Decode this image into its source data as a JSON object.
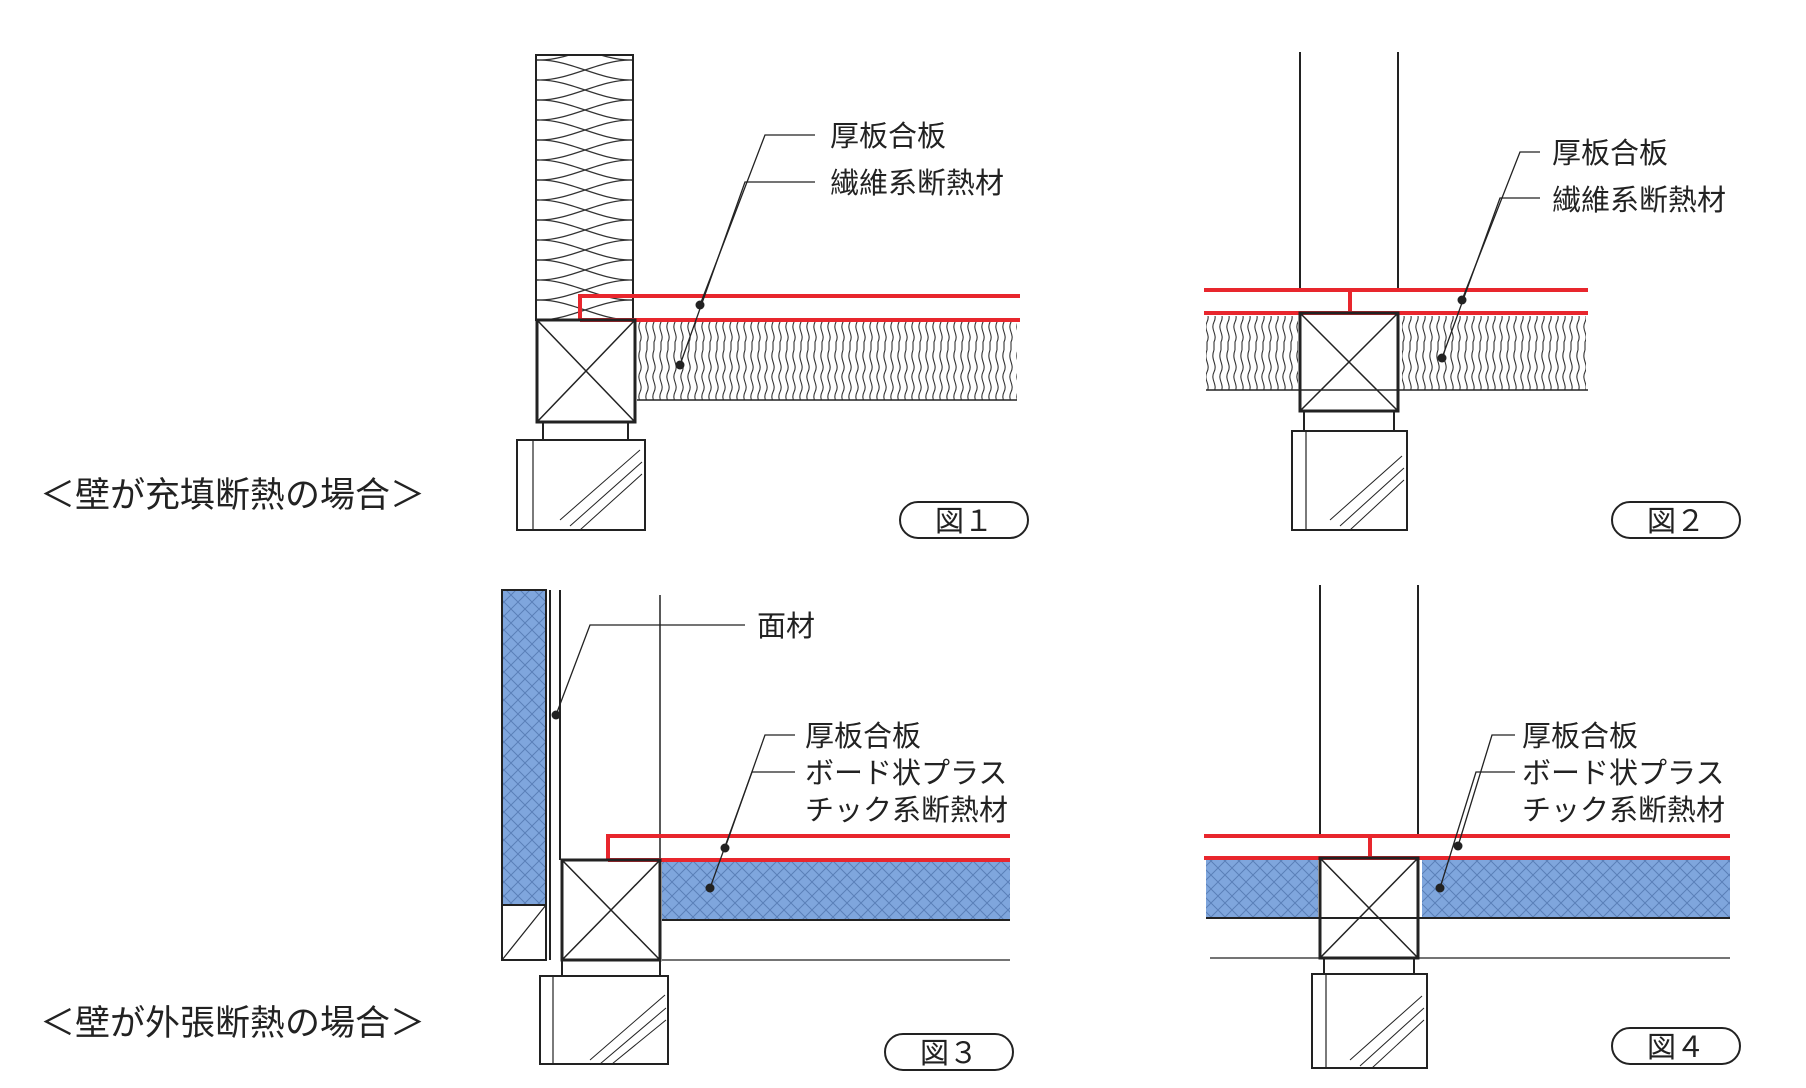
{
  "headings": {
    "fill_insulation": "＜壁が充填断熱の場合＞",
    "external_insulation": "＜壁が外張断熱の場合＞"
  },
  "figures": {
    "fig1": {
      "badge": "図１",
      "labels": [
        "厚板合板",
        "繊維系断熱材"
      ]
    },
    "fig2": {
      "badge": "図２",
      "labels": [
        "厚板合板",
        "繊維系断熱材"
      ]
    },
    "fig3": {
      "badge": "図３",
      "labels": [
        "面材",
        "厚板合板",
        "ボード状プラス",
        "チック系断熱材"
      ]
    },
    "fig4": {
      "badge": "図４",
      "labels": [
        "厚板合板",
        "ボード状プラス",
        "チック系断熱材"
      ]
    }
  },
  "colors": {
    "plywood_line": "#e8262d",
    "board_insulation": "#7fa6dd",
    "line": "#222222"
  }
}
